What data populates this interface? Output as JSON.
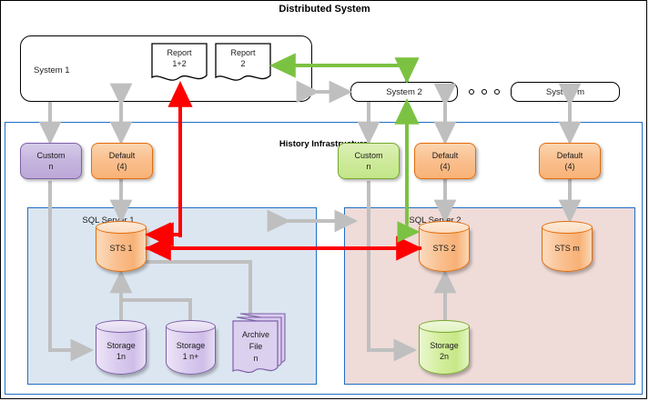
{
  "diagram": {
    "title": "Distributed System",
    "history_panel_label": "History Infrastructure",
    "sql_server_1_label": "SQL Server 1",
    "sql_server_2_label": "SQL Server 2"
  },
  "systems": {
    "system_1": "System 1",
    "system_2": "System 2",
    "system_m": "System m",
    "ellipsis_dots": 3
  },
  "reports": [
    {
      "line1": "Report",
      "line2": "1+2"
    },
    {
      "line1": "Report",
      "line2": "2"
    }
  ],
  "nodes": {
    "custom_left": {
      "line1": "Custom",
      "line2": "n"
    },
    "default_left": {
      "line1": "Default",
      "line2": "(4)"
    },
    "custom_right": {
      "line1": "Custom",
      "line2": "n"
    },
    "default_mid": {
      "line1": "Default",
      "line2": "(4)"
    },
    "default_right": {
      "line1": "Default",
      "line2": "(4)"
    }
  },
  "stores": {
    "sts_1": "STS 1",
    "sts_2": "STS 2",
    "sts_m": "STS m",
    "storage_1n": {
      "line1": "Storage",
      "line2": "1n"
    },
    "storage_1np": {
      "line1": "Storage",
      "line2": "1 n+"
    },
    "storage_2n": {
      "line1": "Storage",
      "line2": "2n"
    },
    "archive_file": {
      "line1": "Archive",
      "line2": "File",
      "line3": "n"
    }
  },
  "colors": {
    "flow_red": "#FF0000",
    "flow_green": "#7CC242",
    "flow_gray": "#BFBFBF",
    "panel_border_blue": "#1F6FC4",
    "sql1_fill": "#DCE6F1",
    "sql2_fill": "#EFDBD8",
    "orange_fill": "#FAC090",
    "orange_border": "#E36C0A",
    "purple_fill": "#C6B5DE",
    "purple_border": "#7E60A8",
    "green_fill": "#CEEA9B",
    "green_border": "#76A830"
  }
}
